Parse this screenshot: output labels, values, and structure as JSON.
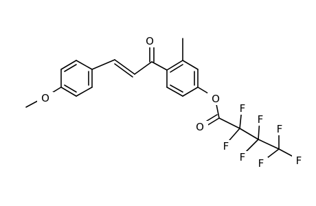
{
  "colors": {
    "bond": "#000000",
    "label": "#000000",
    "background": "#ffffff"
  },
  "atom_labels": {
    "carbonyl_o": "O",
    "methoxy_o": "O",
    "ester_o": "O",
    "ester_carbonyl_o": "O",
    "f1": "F",
    "f2": "F",
    "f3": "F",
    "f4": "F",
    "f5": "F",
    "f6": "F",
    "f7": "F"
  }
}
